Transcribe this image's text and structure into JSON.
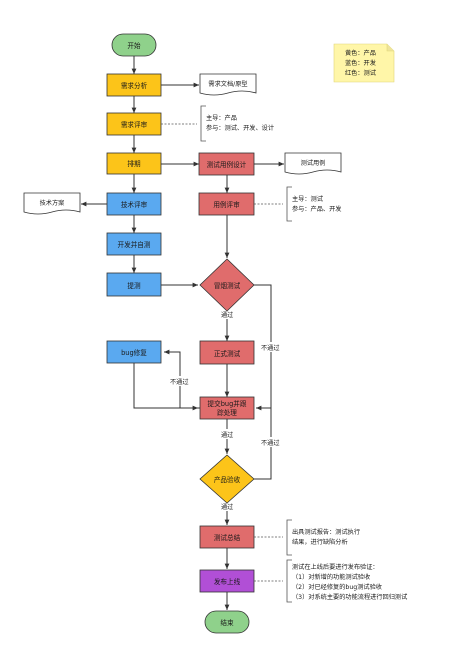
{
  "colors": {
    "start_end": "#8fd18b",
    "product": "#fcc419",
    "dev": "#5aa9f0",
    "test": "#e06c6c",
    "release": "#b14fd6",
    "note_bg": "#fff6a8",
    "line": "#333333"
  },
  "legend": {
    "yellow": "黄色：产品",
    "blue": "蓝色：开发",
    "red": "红色：测试"
  },
  "nodes": {
    "start": "开始",
    "req_analysis": "需求分析",
    "req_review": "需求评审",
    "schedule": "排期",
    "test_case_design": "测试用例设计",
    "tech_review": "技术评审",
    "case_review": "用例评审",
    "dev_selftest": "开发并自测",
    "submit_test": "提测",
    "smoke_test": "冒烟测试",
    "formal_test": "正式测试",
    "bug_fix": "bug修复",
    "bug_submit": [
      "提交bug并跟",
      "踪处理"
    ],
    "product_accept": "产品验收",
    "test_summary": "测试总结",
    "release": "发布上线",
    "end": "结束"
  },
  "docs": {
    "req_doc": "需求文档/原型",
    "test_case_doc": "测试用例",
    "tech_plan": "技术方案"
  },
  "annotations": {
    "req_review": [
      "主导：产品",
      "参与：测试、开发、设计"
    ],
    "case_review": [
      "主导：测试",
      "参与：产品、开发"
    ],
    "test_summary": [
      "出具测试报告：测试执行",
      "结果，进行缺陷分析"
    ],
    "release": [
      "测试在上线后要进行发布验证：",
      "（1）对新增的功能测试验收",
      "（2）对已经修复的bug测试验收",
      "（3）对系统主要的功能流程进行回归测试"
    ]
  },
  "edge_labels": {
    "smoke_pass": "通过",
    "smoke_fail": "不通过",
    "bug_fail": "不通过",
    "bug_pass": "通过",
    "accept_fail": "不通过",
    "accept_pass": "通过"
  }
}
